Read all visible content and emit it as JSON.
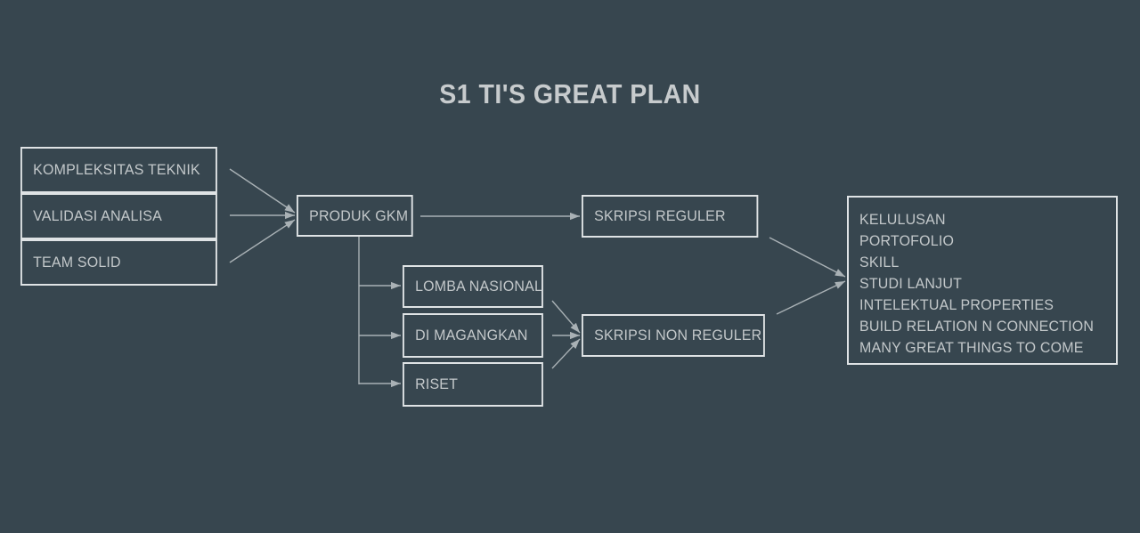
{
  "page": {
    "background_color": "#37464f",
    "line_color": "#a9b1b5",
    "box_border_color": "#dfe3e5",
    "text_color": "#c3c8ca"
  },
  "title": "S1 TI'S GREAT PLAN",
  "nodes": {
    "inputs": [
      {
        "label": "KOMPLEKSITAS TEKNIK"
      },
      {
        "label": "VALIDASI ANALISA"
      },
      {
        "label": "TEAM SOLID"
      }
    ],
    "hub": {
      "label": "PRODUK GKM"
    },
    "activities": [
      {
        "label": "LOMBA NASIONAL"
      },
      {
        "label": "DI MAGANGKAN"
      },
      {
        "label": "RISET"
      }
    ],
    "thesis": [
      {
        "label": "SKRIPSI REGULER"
      },
      {
        "label": "SKRIPSI NON REGULER"
      }
    ],
    "outcomes": {
      "items": [
        "KELULUSAN",
        "PORTOFOLIO",
        "SKILL",
        "STUDI LANJUT",
        "INTELEKTUAL PROPERTIES",
        "BUILD RELATION N CONNECTION",
        "MANY GREAT THINGS TO COME"
      ]
    }
  }
}
